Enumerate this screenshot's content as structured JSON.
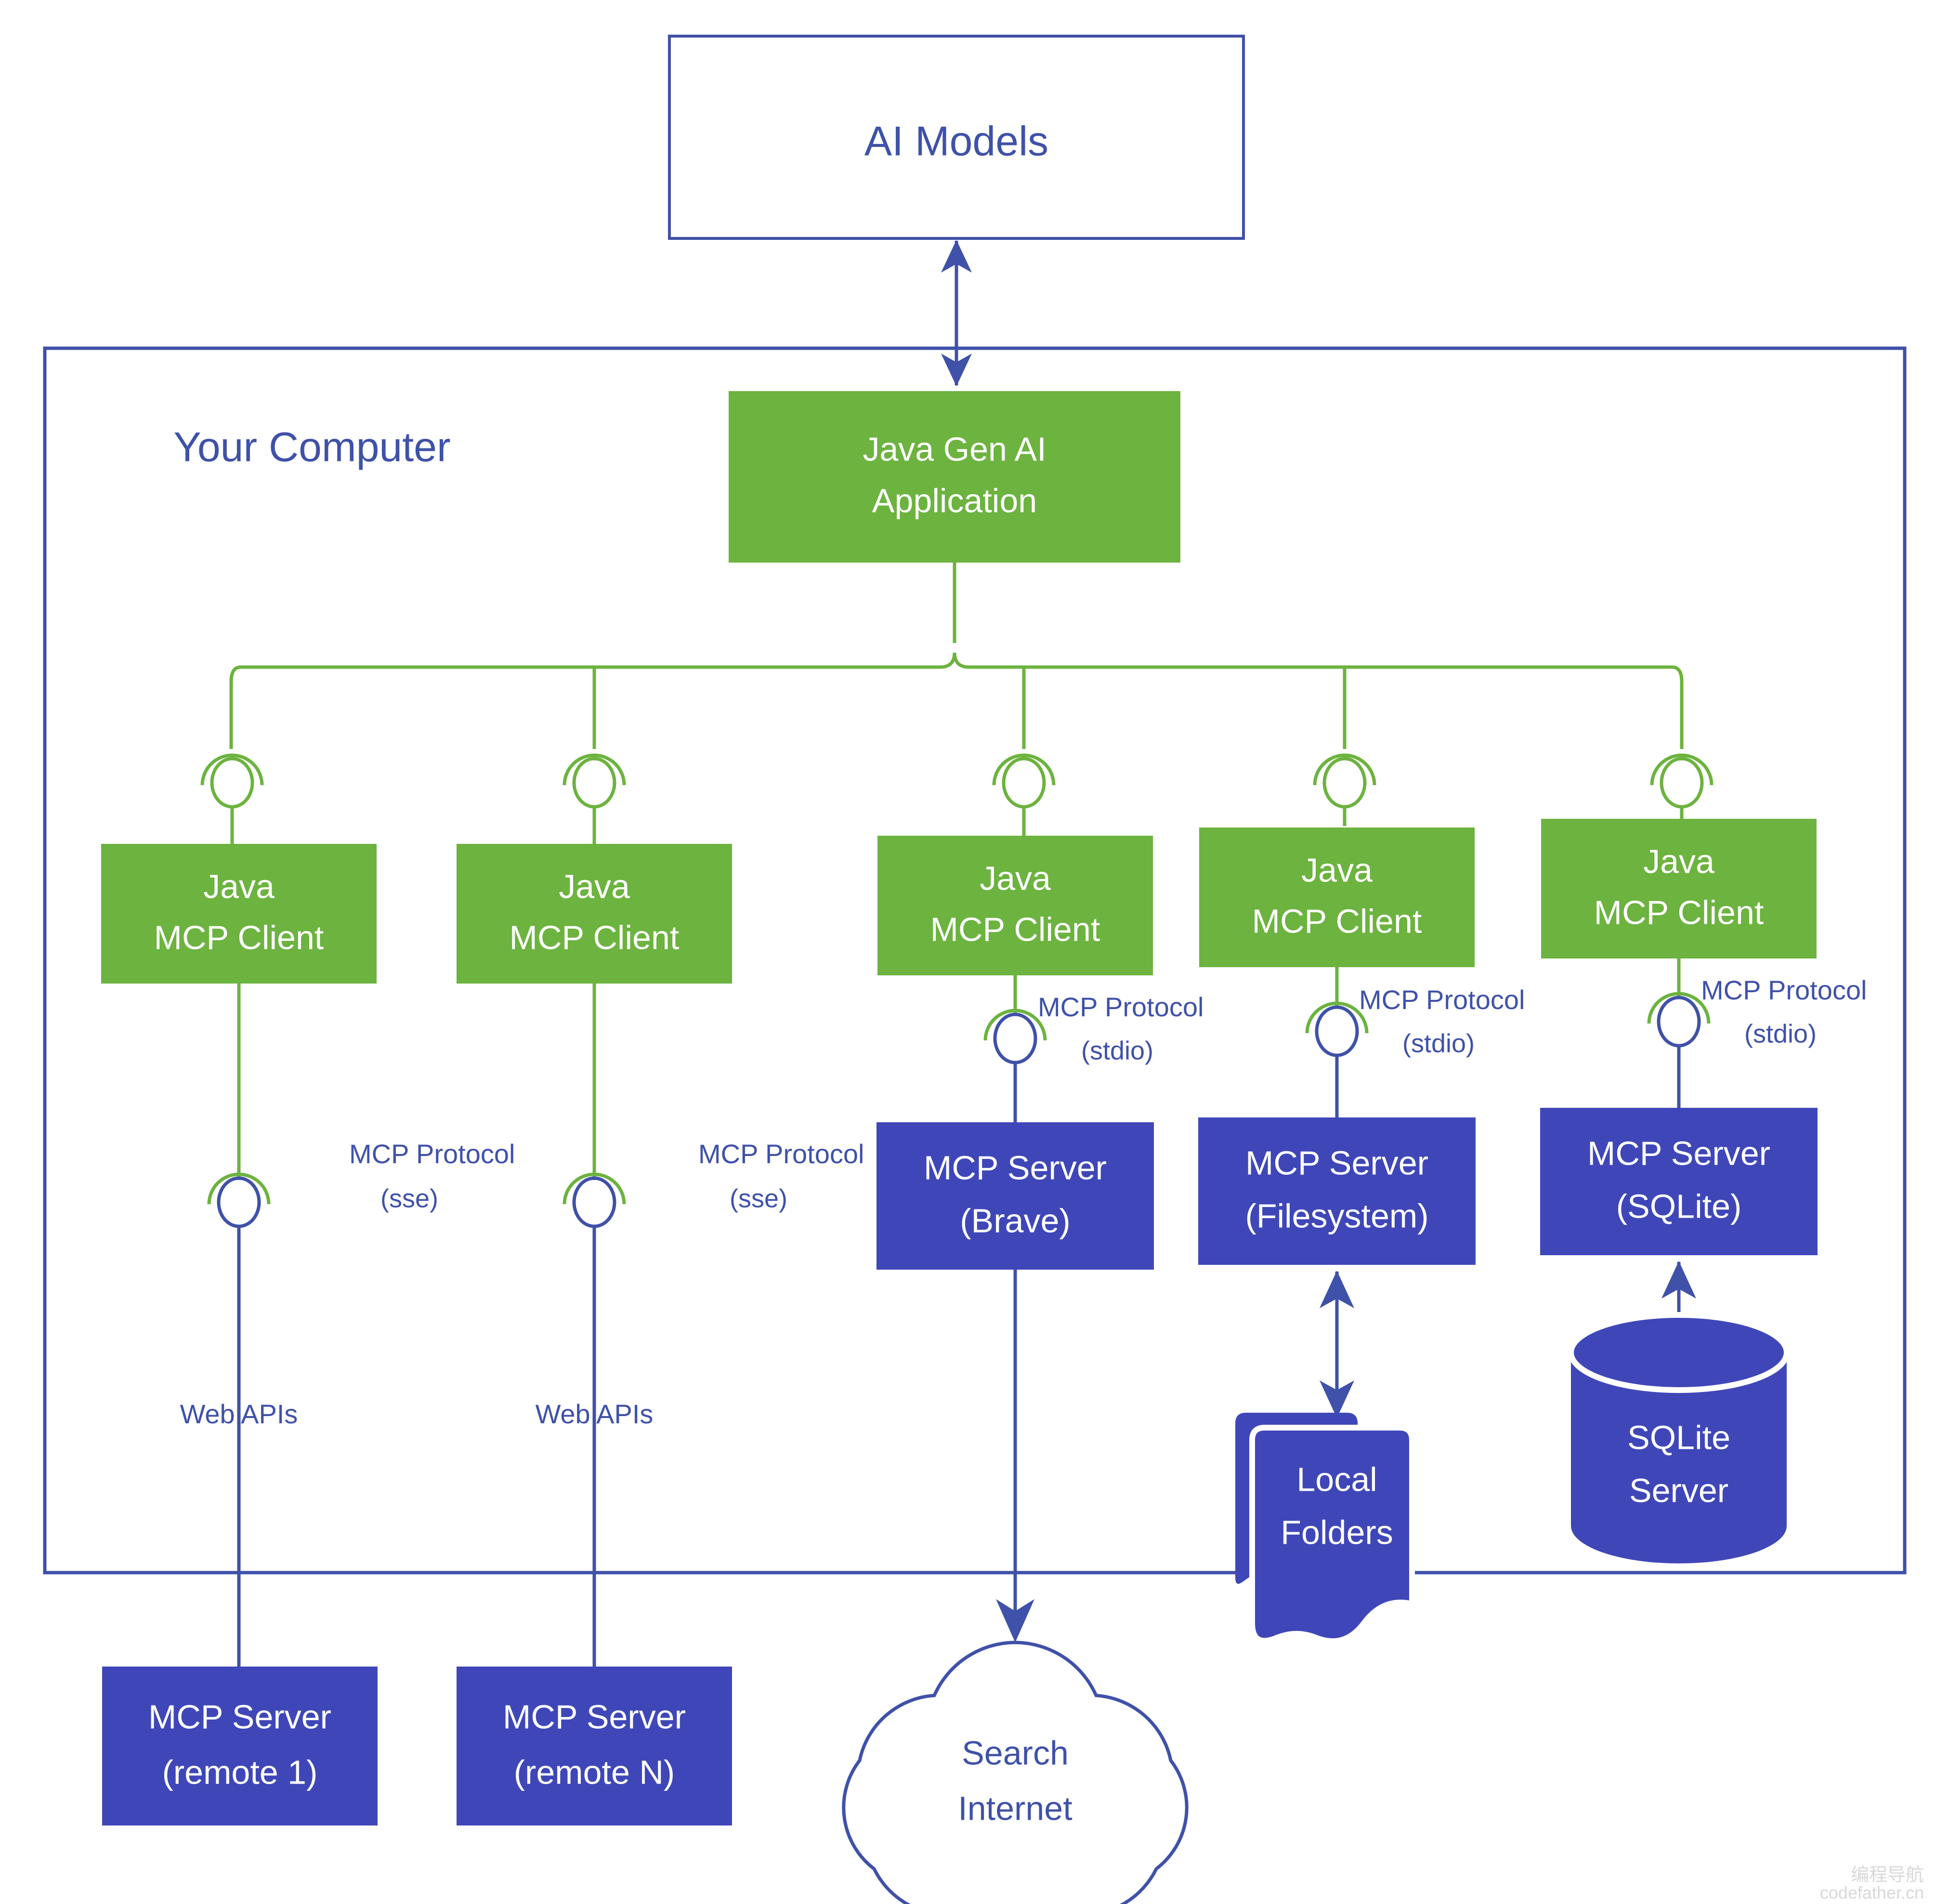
{
  "colors": {
    "green_fill": "#6CB33F",
    "blue_fill": "#3F47B8",
    "blue_stroke": "#3F51A8",
    "green_stroke": "#5CA632",
    "text_white": "#FFFFFF",
    "text_blue": "#3F51A8",
    "background": "#FFFFFF"
  },
  "top": {
    "ai_models": "AI Models"
  },
  "boundary": {
    "label": "Your Computer"
  },
  "application": {
    "line1": "Java Gen AI",
    "line2": "Application"
  },
  "clients": [
    {
      "line1": "Java",
      "line2": "MCP Client"
    },
    {
      "line1": "Java",
      "line2": "MCP Client"
    },
    {
      "line1": "Java",
      "line2": "MCP Client"
    },
    {
      "line1": "Java",
      "line2": "MCP Client"
    },
    {
      "line1": "Java",
      "line2": "MCP Client"
    }
  ],
  "protocol_labels": [
    {
      "line1": "MCP Protocol",
      "line2": "(sse)"
    },
    {
      "line1": "MCP Protocol",
      "line2": "(sse)"
    },
    {
      "line1": "MCP Protocol",
      "line2": "(stdio)"
    },
    {
      "line1": "MCP Protocol",
      "line2": "(stdio)"
    },
    {
      "line1": "MCP Protocol",
      "line2": "(stdio)"
    }
  ],
  "web_api_labels": [
    "Web APIs",
    "Web APIs"
  ],
  "local_servers": [
    {
      "line1": "MCP Server",
      "line2": "(Brave)"
    },
    {
      "line1": "MCP Server",
      "line2": "(Filesystem)"
    },
    {
      "line1": "MCP Server",
      "line2": "(SQLite)"
    }
  ],
  "remote_servers": [
    {
      "line1": "MCP Server",
      "line2": "(remote 1)"
    },
    {
      "line1": "MCP Server",
      "line2": "(remote N)"
    }
  ],
  "resources": {
    "local_folders": {
      "line1": "Local",
      "line2": "Folders"
    },
    "sqlite_server": {
      "line1": "SQLite",
      "line2": "Server"
    },
    "internet_cloud": {
      "line1": "Search",
      "line2": "Internet"
    }
  },
  "watermark": {
    "line1": "编程导航",
    "line2": "codefather.cn"
  }
}
